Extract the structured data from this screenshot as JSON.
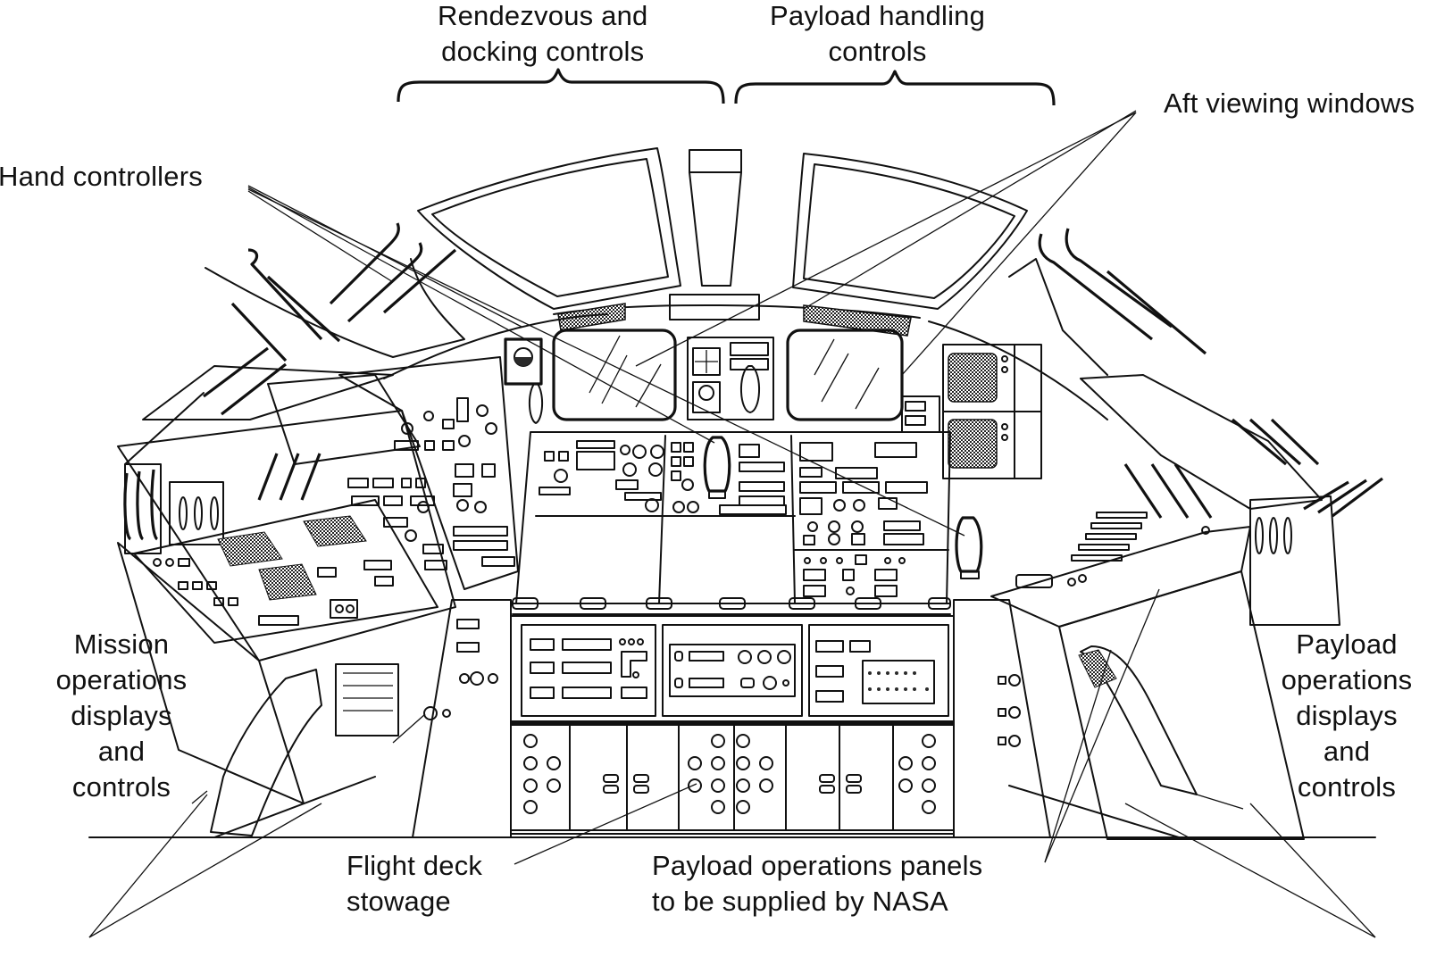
{
  "diagram": {
    "title": "Space Shuttle aft flight deck",
    "colors": {
      "ink": "#111111",
      "background": "#ffffff"
    },
    "labels": {
      "rendezvous": {
        "lines": [
          "Rendezvous and",
          "docking controls"
        ]
      },
      "payload_handling": {
        "lines": [
          "Payload handling",
          "controls"
        ]
      },
      "aft_windows": {
        "lines": [
          "Aft viewing windows"
        ]
      },
      "hand_controllers": {
        "lines": [
          "Hand controllers"
        ]
      },
      "mission_ops": {
        "lines": [
          "Mission",
          "operations",
          "displays",
          "and",
          "controls"
        ]
      },
      "payload_ops": {
        "lines": [
          "Payload",
          "operations",
          "displays",
          "and",
          "controls"
        ]
      },
      "stowage": {
        "lines": [
          "Flight deck",
          "stowage"
        ]
      },
      "nasa_panels": {
        "lines": [
          "Payload operations panels",
          "to be supplied by NASA"
        ]
      }
    }
  }
}
